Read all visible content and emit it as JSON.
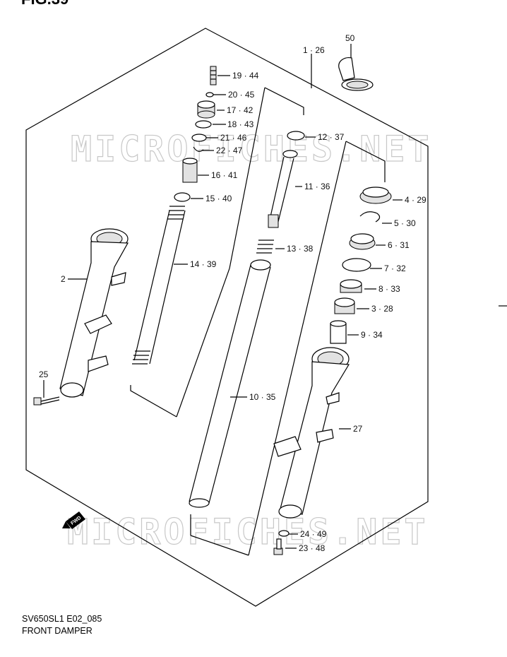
{
  "figure": {
    "title": "FIG.39"
  },
  "watermark": {
    "text": "MICROFICHES.NET"
  },
  "footer": {
    "model_code": "SV650SL1 E02_085",
    "caption": "FRONT DAMPER"
  },
  "fwd_badge": {
    "text": "FWD"
  },
  "callouts": {
    "c_1_26": "1 · 26",
    "c_50": "50",
    "c_19_44": "19 · 44",
    "c_20_45": "20 · 45",
    "c_17_42": "17 · 42",
    "c_18_43": "18 · 43",
    "c_21_46": "21 · 46",
    "c_22_47": "22 · 47",
    "c_12_37": "12 · 37",
    "c_16_41": "16 · 41",
    "c_15_40": "15 · 40",
    "c_11_36": "11 · 36",
    "c_4_29": "4 · 29",
    "c_5_30": "5 · 30",
    "c_6_31": "6 · 31",
    "c_13_38": "13 · 38",
    "c_14_39": "14 · 39",
    "c_2": "2",
    "c_7_32": "7 · 32",
    "c_8_33": "8 · 33",
    "c_3_28": "3 · 28",
    "c_9_34": "9 · 34",
    "c_25": "25",
    "c_10_35": "10 · 35",
    "c_27": "27",
    "c_24_49": "24 · 49",
    "c_23_48": "23 · 48"
  }
}
